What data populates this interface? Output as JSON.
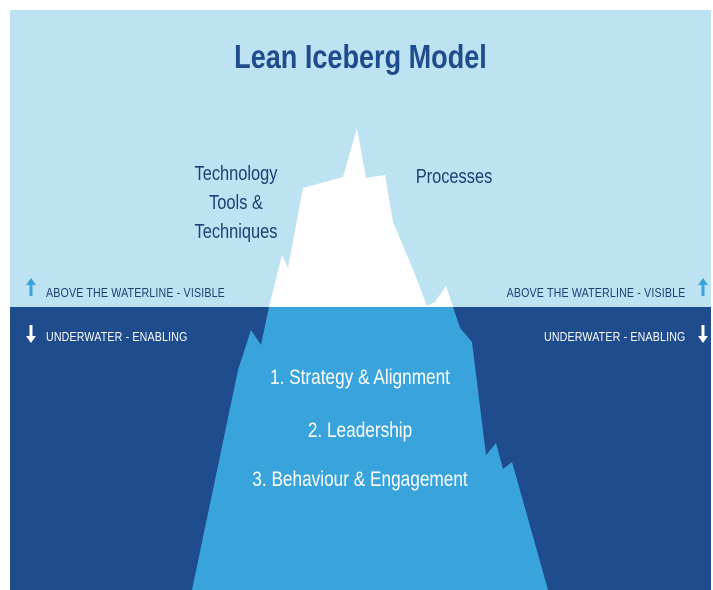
{
  "title": "Lean Iceberg Model",
  "above_labels": {
    "technology_lines": [
      "Technology",
      "Tools &",
      "Techniques"
    ],
    "processes": "Processes"
  },
  "waterline": {
    "above_left": "ABOVE THE WATERLINE - VISIBLE",
    "above_right": "ABOVE THE WATERLINE - VISIBLE",
    "below_left": "UNDERWATER - ENABLING",
    "below_right": "UNDERWATER - ENABLING"
  },
  "underwater_items": [
    "1. Strategy & Alignment",
    "2. Leadership",
    "3. Behaviour & Engagement"
  ],
  "icons": {
    "up": "arrow-up-icon",
    "down": "arrow-down-icon"
  },
  "colors": {
    "sky": "#bde3f2",
    "sea": "#1e4c8d",
    "iceberg_top": "#ffffff",
    "iceberg_bottom": "#39a4dc",
    "title": "#1e4c8d",
    "label_dark": "#1e3f73",
    "waterline_text_above": "#1e3f73",
    "arrow_above": "#3aa3dc"
  }
}
